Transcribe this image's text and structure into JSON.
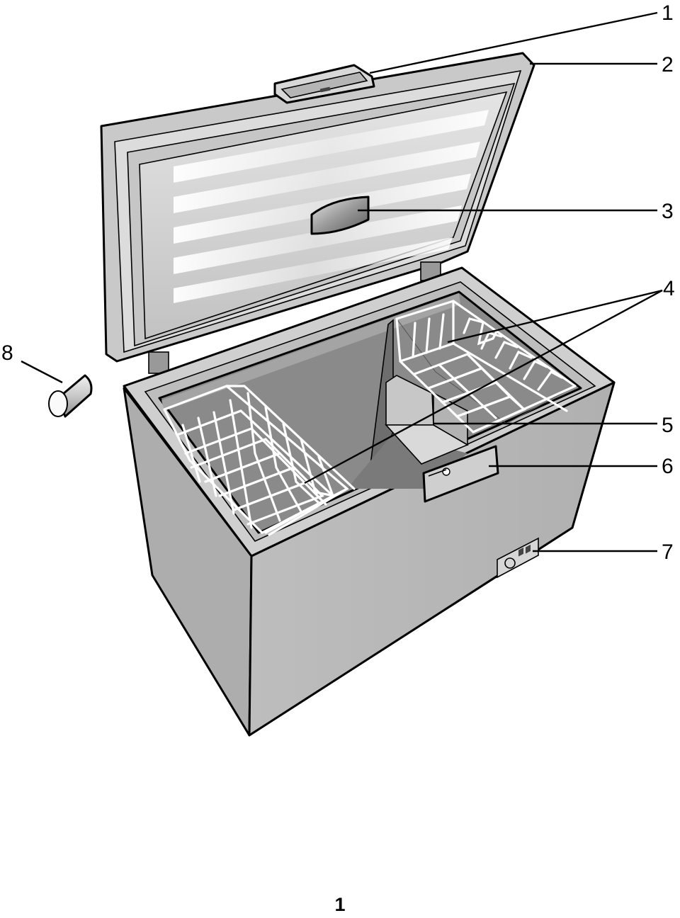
{
  "figure": {
    "callouts": [
      {
        "label": "1",
        "part": "lid-handle"
      },
      {
        "label": "2",
        "part": "lid"
      },
      {
        "label": "3",
        "part": "interior-light"
      },
      {
        "label": "4",
        "part": "wire-baskets"
      },
      {
        "label": "5",
        "part": "compressor-step"
      },
      {
        "label": "6",
        "part": "control-panel"
      },
      {
        "label": "7",
        "part": "rating-label"
      },
      {
        "label": "8",
        "part": "spare-part"
      }
    ],
    "colors": {
      "body": "#b8b8b8",
      "body_dark": "#8c8c8c",
      "inner": "#7a7a7a",
      "lid_inner": "#d0d0d0",
      "line": "#000000"
    }
  },
  "page": {
    "number": "1"
  }
}
